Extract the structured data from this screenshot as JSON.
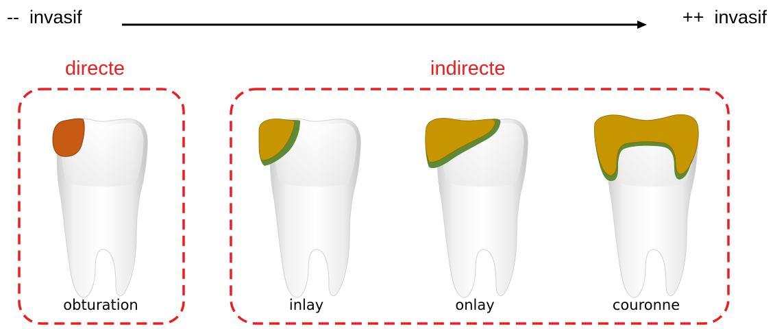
{
  "axis": {
    "left_label": "--  invasif",
    "right_label": "++  invasif"
  },
  "groups": {
    "directe": "directe",
    "indirecte": "indirecte"
  },
  "teeth": [
    {
      "label": "obturation"
    },
    {
      "label": "inlay"
    },
    {
      "label": "onlay"
    },
    {
      "label": "couronne"
    }
  ],
  "colors": {
    "group_outline": "#ee1c1c",
    "composite_filling": "#c85a14",
    "indirect_restoration": "#c69500",
    "cement_layer": "#5e8a35",
    "tooth": "#f0f0f0"
  }
}
